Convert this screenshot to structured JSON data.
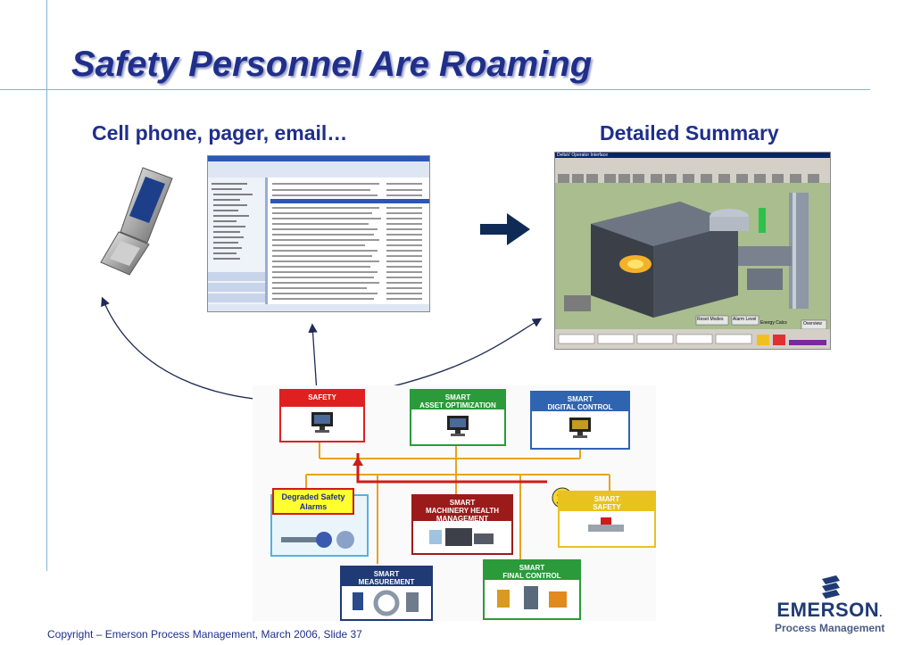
{
  "slide": {
    "title": "Safety Personnel Are Roaming",
    "left_caption": "Cell phone, pager, email…",
    "right_caption": "Detailed Summary",
    "copyright": "Copyright – Emerson Process Management, March 2006, Slide 37"
  },
  "logo": {
    "word": "EMERSON",
    "trademark": ".",
    "sub": "Process Management"
  },
  "diagram": {
    "safety": "SAFETY",
    "asset": [
      "SMART",
      "ASSET OPTIMIZATION"
    ],
    "digital": [
      "SMART",
      "DIGITAL CONTROL"
    ],
    "degraded": [
      "Degraded Safety",
      "Alarms"
    ],
    "machinery": [
      "SMART",
      "MACHINERY HEALTH",
      "MANAGEMENT"
    ],
    "smart_safety": [
      "SMART",
      "SAFETY"
    ],
    "measurement": [
      "SMART",
      "MEASUREMENT"
    ],
    "final_control": [
      "SMART",
      "FINAL CONTROL"
    ]
  },
  "operator_interface": {
    "window_title": "DeltaV Operator Interface",
    "buttons": [
      "Reset Modes",
      "Alarm Level",
      "Overview"
    ],
    "label_energy": "Energy Calcs"
  },
  "colors": {
    "title": "#1f2f8a",
    "safety_red": "#e02020",
    "smart_green": "#2a9a3a",
    "smart_blue": "#2f64b0",
    "machinery_red": "#9b1b1b",
    "measurement_navy": "#1f3a74",
    "safety_yellow": "#e8c21f"
  }
}
